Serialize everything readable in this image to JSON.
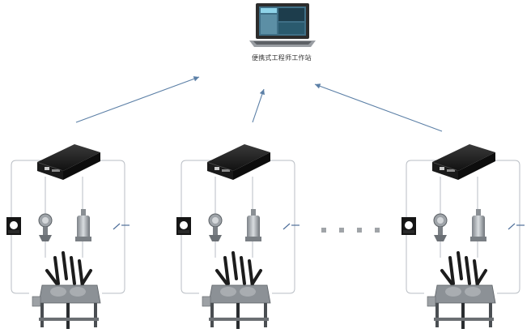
{
  "workstation": {
    "label": "便携式工程师工作站",
    "icon": "laptop-icon"
  },
  "colors": {
    "arrow": "#5b7fa6",
    "frame": "#b9bec4",
    "ellipsis": "#a0a4a8"
  },
  "acquisition_units": [
    {
      "id": "unit-left",
      "device_icon": "data-acquisition-box-icon",
      "sensors": [
        "current-clamp-sensor-icon",
        "pressure-sensor-icon",
        "vibration-sensor-icon",
        "switch-contact-icon"
      ],
      "equipment_icon": "gis-switchgear-icon"
    },
    {
      "id": "unit-middle",
      "device_icon": "data-acquisition-box-icon",
      "sensors": [
        "current-clamp-sensor-icon",
        "pressure-sensor-icon",
        "vibration-sensor-icon",
        "switch-contact-icon"
      ],
      "equipment_icon": "gis-switchgear-icon"
    },
    {
      "id": "unit-right",
      "device_icon": "data-acquisition-box-icon",
      "sensors": [
        "current-clamp-sensor-icon",
        "pressure-sensor-icon",
        "vibration-sensor-icon",
        "switch-contact-icon"
      ],
      "equipment_icon": "gis-switchgear-icon"
    }
  ],
  "ellipsis_icon": "dotted-ellipsis-icon"
}
